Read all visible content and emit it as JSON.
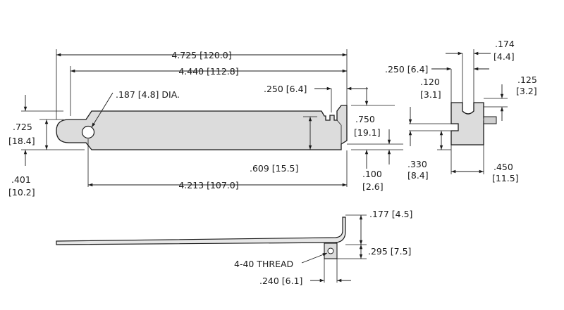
{
  "drawing": {
    "title": "",
    "dimensions": {
      "overall_length": "4.725 [120.0]",
      "inner_length": "4.440 [112.8]",
      "hole_diameter": ".187 [4.8] DIA.",
      "tab_offset": ".250 [6.4]",
      "left_height_in": ".725",
      "left_height_mm": "[18.4]",
      "hole_height_in": ".401",
      "hole_height_mm": "[10.2]",
      "body_height_in": ".750",
      "body_height_mm": "[19.1]",
      "slot_height": ".609 [15.5]",
      "hole_to_end": "4.213 [107.0]",
      "bottom_step_in": ".100",
      "bottom_step_mm": "[2.6]",
      "end_250": ".250 [6.4]",
      "end_174_in": ".174",
      "end_174_mm": "[4.4]",
      "end_120_in": ".120",
      "end_120_mm": "[3.1]",
      "end_125_in": ".125",
      "end_125_mm": "[3.2]",
      "end_330_in": ".330",
      "end_330_mm": "[8.4]",
      "end_450_in": ".450",
      "end_450_mm": "[11.5]",
      "side_177": ".177 [4.5]",
      "thread_label": "4-40 THREAD",
      "side_295": ".295 [7.5]",
      "side_240": ".240 [6.1]"
    }
  }
}
